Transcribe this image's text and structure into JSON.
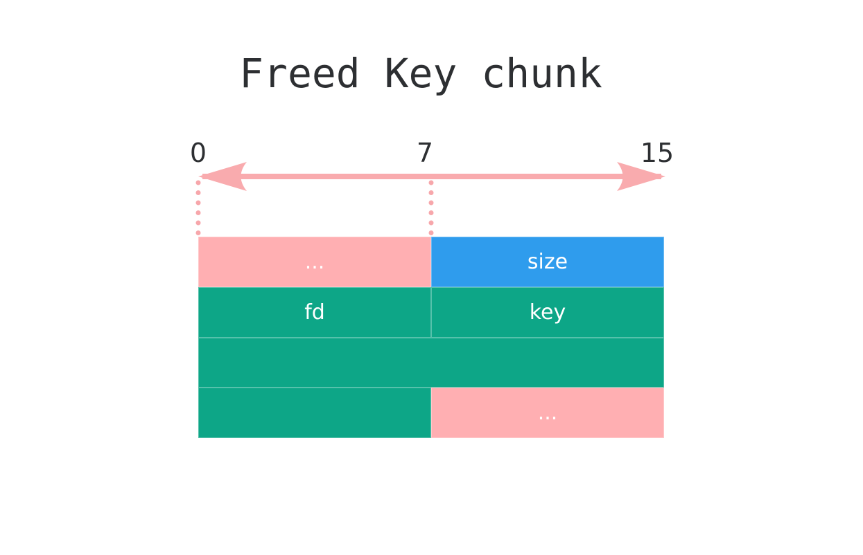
{
  "title": "Freed Key chunk",
  "ruler": {
    "tick_labels": [
      "0",
      "7",
      "15"
    ],
    "guide_positions": [
      "0",
      "7"
    ]
  },
  "colors": {
    "pink": "#ffafb2",
    "blue": "#2f9ced",
    "green": "#0da687",
    "arrow": "#f9abae",
    "dots": "#f7a7ab",
    "text_dark": "#2d2f32",
    "cell_text": "#ffffff"
  },
  "memory_grid": {
    "rows": [
      {
        "cells": [
          {
            "label": "...",
            "color": "pink"
          },
          {
            "label": "size",
            "color": "blue"
          }
        ]
      },
      {
        "cells": [
          {
            "label": "fd",
            "color": "green"
          },
          {
            "label": "key",
            "color": "green"
          }
        ]
      },
      {
        "cells": [
          {
            "label": "",
            "color": "green",
            "colspan": 2
          }
        ]
      },
      {
        "cells": [
          {
            "label": "",
            "color": "green"
          },
          {
            "label": "...",
            "color": "pink"
          }
        ]
      }
    ]
  }
}
